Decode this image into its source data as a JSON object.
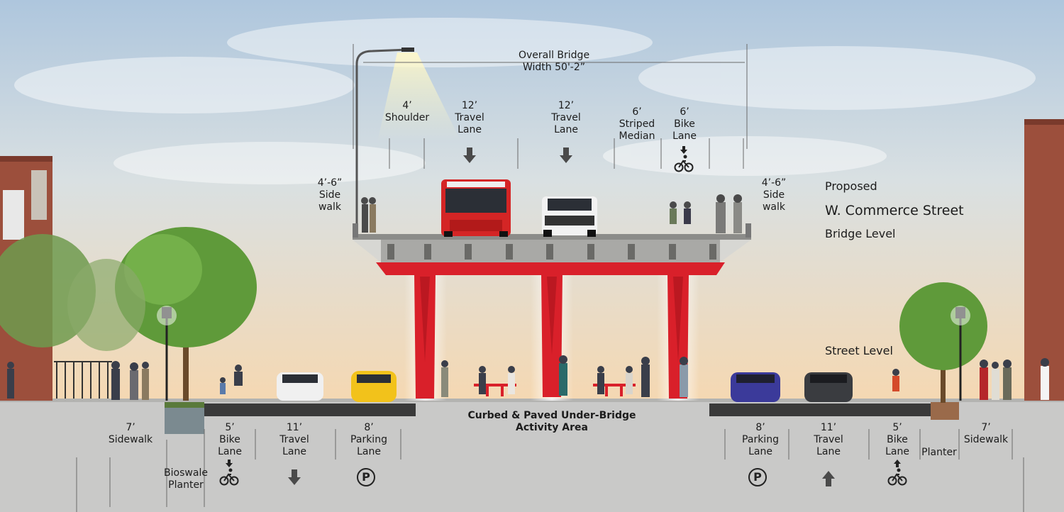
{
  "colors": {
    "sky_top": "#b9cde0",
    "sky_bottom": "#f3dcb9",
    "structure_red": "#d9202a",
    "deck_gray": "#a9a9a6",
    "ground_gray": "#c9c9c8",
    "asphalt": "#3a3a3a",
    "tree_green": "#5f9a3a",
    "brick": "#9c4f3c"
  },
  "bridge_level": {
    "overall_width": "Overall Bridge\nWidth 50'-2”",
    "lanes": [
      {
        "id": "shoulder",
        "label": "4’\nShoulder"
      },
      {
        "id": "travel-1",
        "label": "12’\nTravel\nLane",
        "icon": "arrow-down-icon"
      },
      {
        "id": "travel-2",
        "label": "12’\nTravel\nLane",
        "icon": "arrow-down-icon"
      },
      {
        "id": "median",
        "label": "6’\nStriped\nMedian"
      },
      {
        "id": "bike",
        "label": "6’\nBike\nLane",
        "icon": "bike-down-icon"
      }
    ],
    "sidewalk_left": "4’-6”\nSide\nwalk",
    "sidewalk_right": "4’-6”\nSide\nwalk",
    "title_line1": "Proposed",
    "title_line2": "W. Commerce Street",
    "title_line3": "Bridge Level"
  },
  "street_level": {
    "label": "Street Level",
    "under_bridge": "Curbed & Paved Under-Bridge\nActivity Area",
    "left": [
      {
        "id": "sidewalk-left",
        "label": "7’\nSidewalk"
      },
      {
        "id": "bioswale",
        "label": "Bioswale\nPlanter"
      },
      {
        "id": "bike-left",
        "label": "5’\nBike\nLane",
        "icon": "bike-down-icon"
      },
      {
        "id": "travel-left",
        "label": "11’\nTravel\nLane",
        "icon": "arrow-down-icon"
      },
      {
        "id": "parking-left",
        "label": "8’\nParking\nLane",
        "icon": "parking-icon"
      }
    ],
    "right": [
      {
        "id": "parking-right",
        "label": "8’\nParking\nLane",
        "icon": "parking-icon"
      },
      {
        "id": "travel-right",
        "label": "11’\nTravel\nLane",
        "icon": "arrow-up-icon"
      },
      {
        "id": "bike-right",
        "label": "5’\nBike\nLane",
        "icon": "bike-up-icon"
      },
      {
        "id": "planter-right",
        "label": "Planter"
      },
      {
        "id": "sidewalk-right",
        "label": "7’\nSidewalk"
      }
    ]
  },
  "icons": {
    "parking_glyph": "P"
  }
}
